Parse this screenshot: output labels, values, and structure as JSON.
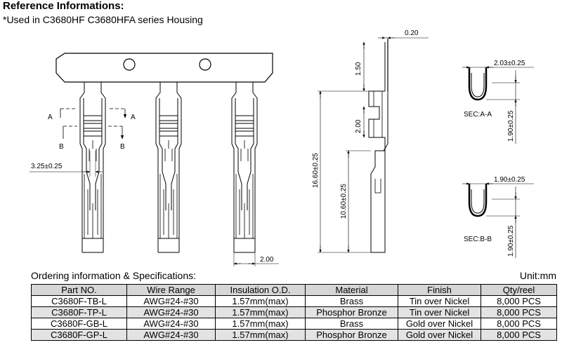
{
  "header": {
    "title": "Reference Informations:",
    "subtitle": "*Used in  C3680HF C3680HFA series Housing"
  },
  "drawing": {
    "section_labels": {
      "a": "A",
      "b": "B"
    },
    "dims": {
      "pitch": "3.25±0.25",
      "width_bottom": "2.00",
      "thickness": "0.20",
      "side_top": "1.50",
      "side_mid": "2.00",
      "total_length": "16.60±0.25",
      "partial_length": "10.60±0.25",
      "sec_a_width": "2.03±0.25",
      "sec_a_height": "1.90±0.25",
      "sec_b_width": "1.90±0.25",
      "sec_b_height": "1.90±0.25"
    },
    "sec_a_label": "SEC:A-A",
    "sec_b_label": "SEC:B-B"
  },
  "ordering": {
    "title": "Ordering information & Specifications:",
    "unit": "Unit:mm",
    "columns": [
      "Part NO.",
      "Wire Range",
      "Insulation O.D.",
      "Material",
      "Finish",
      "Qty/reel"
    ],
    "rows": [
      [
        "C3680F-TB-L",
        "AWG#24-#30",
        "1.57mm(max)",
        "Brass",
        "Tin over Nickel",
        "8,000 PCS"
      ],
      [
        "C3680F-TP-L",
        "AWG#24-#30",
        "1.57mm(max)",
        "Phosphor Bronze",
        "Tin over Nickel",
        "8,000 PCS"
      ],
      [
        "C3680F-GB-L",
        "AWG#24-#30",
        "1.57mm(max)",
        "Brass",
        "Gold over Nickel",
        "8,000 PCS"
      ],
      [
        "C3680F-GP-L",
        "AWG#24-#30",
        "1.57mm(max)",
        "Phosphor Bronze",
        "Gold over Nickel",
        "8,000 PCS"
      ]
    ]
  }
}
